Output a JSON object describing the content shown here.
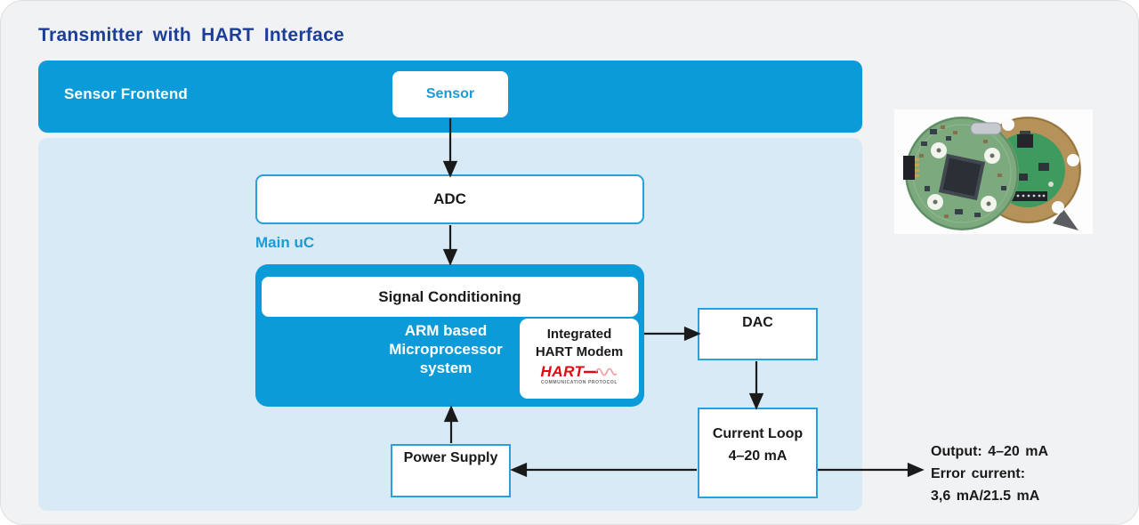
{
  "title": "Transmitter with HART Interface",
  "colors": {
    "accent_blue": "#0a9bd8",
    "panel_light_blue": "#d7eaf6",
    "box_border_blue": "#2a9fd9",
    "title_navy": "#1c3e98",
    "hart_red": "#e30613"
  },
  "sensor_frontend": {
    "label": "Sensor Frontend",
    "sensor_box": "Sensor"
  },
  "diagram": {
    "adc": "ADC",
    "main_uc_label": "Main uC",
    "signal_conditioning": "Signal Conditioning",
    "arm_lines": [
      "ARM based",
      "Microprocessor",
      "system"
    ],
    "hart_modem": {
      "line1": "Integrated",
      "line2": "HART Modem",
      "logo_text": "HART",
      "logo_subtext": "COMMUNICATION PROTOCOL"
    },
    "dac": "DAC",
    "current_loop_line1": "Current Loop",
    "current_loop_line2": "4–20 mA",
    "power_supply": "Power Supply"
  },
  "output_annotation": {
    "line1": "Output: 4–20 mA",
    "line2": "Error current:",
    "line3": "3,6 mA/21.5 mA"
  }
}
